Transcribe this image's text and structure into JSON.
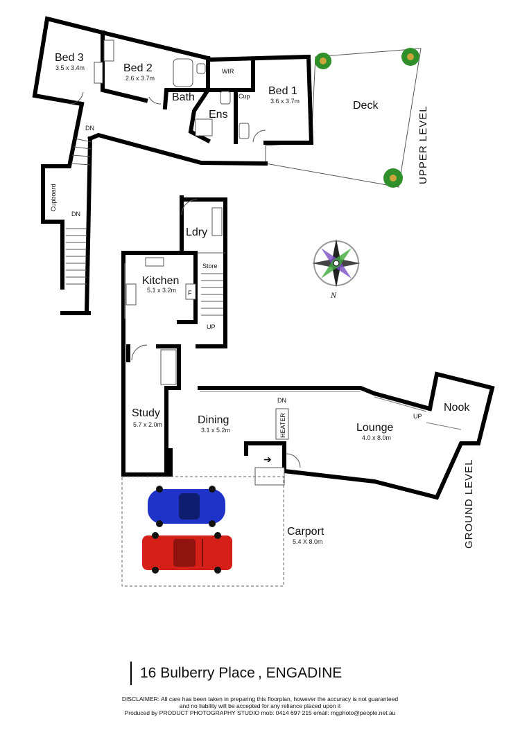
{
  "rooms": {
    "bed3": {
      "name": "Bed 3",
      "dim": "3.5 x 3.4m"
    },
    "bed2": {
      "name": "Bed 2",
      "dim": "2.6 x 3.7m"
    },
    "bath": {
      "name": "Bath"
    },
    "wir": {
      "name": "WIR"
    },
    "cup": {
      "name": "Cup"
    },
    "ens": {
      "name": "Ens"
    },
    "bed1": {
      "name": "Bed 1",
      "dim": "3.6 x 3.7m"
    },
    "deck": {
      "name": "Deck"
    },
    "cupboard": {
      "name": "Cupboard"
    },
    "ldry": {
      "name": "Ldry"
    },
    "store": {
      "name": "Store"
    },
    "kitchen": {
      "name": "Kitchen",
      "dim": "5.1 x 3.2m"
    },
    "study": {
      "name": "Study",
      "dim": "5.7 x 2.0m"
    },
    "dining": {
      "name": "Dining",
      "dim": "3.1 x 5.2m"
    },
    "lounge": {
      "name": "Lounge",
      "dim": "4.0 x 8.0m"
    },
    "nook": {
      "name": "Nook"
    },
    "carport": {
      "name": "Carport",
      "dim": "5.4 X 8.0m"
    }
  },
  "markers": {
    "dn": "DN",
    "up": "UP",
    "fridge": "F",
    "heater": "HEATER",
    "north": "N"
  },
  "levels": {
    "upper": "UPPER LEVEL",
    "ground": "GROUND LEVEL"
  },
  "address": "16 Bulberry Place , ENGADINE",
  "disclaimer": [
    "DISCLAIMER: All care has been taken in preparing this floorplan, however the accuracy is not guaranteed",
    "and no liability will be accepted for any reliance placed upon it",
    "Produced by PRODUCT PHOTOGRAPHY STUDIO mob: 0414 697 215 email: mgphoto@people.net.au"
  ],
  "colors": {
    "wall": "#000000",
    "car_blue": "#1f33c9",
    "car_red": "#d42018",
    "plant": "#2f8f2a"
  }
}
